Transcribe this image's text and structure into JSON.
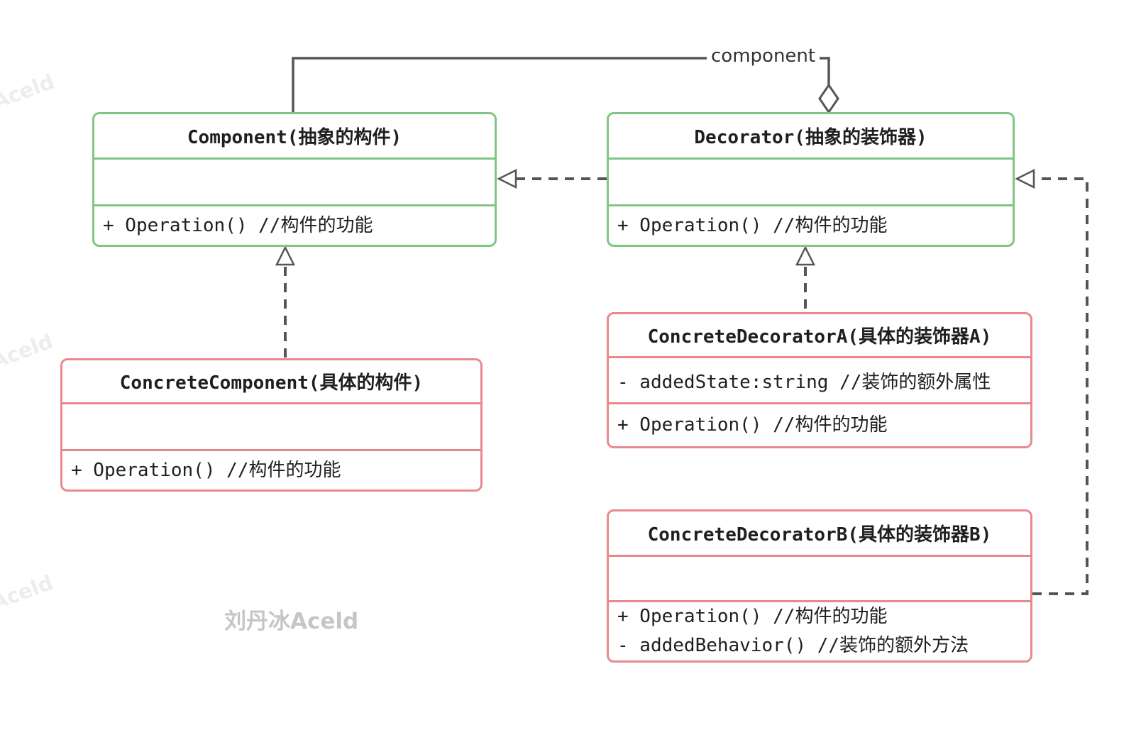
{
  "association": {
    "label": "component"
  },
  "colors": {
    "abstract_class_border": "#80c584",
    "concrete_class_border": "#e8898e",
    "connector_line": "#555555",
    "text": "#1f1f1f",
    "signature_watermark": "#c6c6c6",
    "corner_watermark": "#ededed"
  },
  "classes": {
    "component": {
      "title": "Component(抽象的构件)",
      "attributes": [],
      "methods": [
        "+ Operation() //构件的功能"
      ]
    },
    "decorator": {
      "title": "Decorator(抽象的装饰器)",
      "attributes": [],
      "methods": [
        "+ Operation() //构件的功能"
      ]
    },
    "concrete_component": {
      "title": "ConcreteComponent(具体的构件)",
      "attributes": [],
      "methods": [
        "+ Operation() //构件的功能"
      ]
    },
    "concrete_decorator_a": {
      "title": "ConcreteDecoratorA(具体的装饰器A)",
      "attributes": [
        "- addedState:string //装饰的额外属性"
      ],
      "methods": [
        "+ Operation() //构件的功能"
      ]
    },
    "concrete_decorator_b": {
      "title": "ConcreteDecoratorB(具体的装饰器B)",
      "attributes": [],
      "methods": [
        "+ Operation() //构件的功能",
        "- addedBehavior() //装饰的额外方法"
      ]
    }
  },
  "watermarks": {
    "signature": "刘丹冰Aceld",
    "corner": "Aceld"
  }
}
